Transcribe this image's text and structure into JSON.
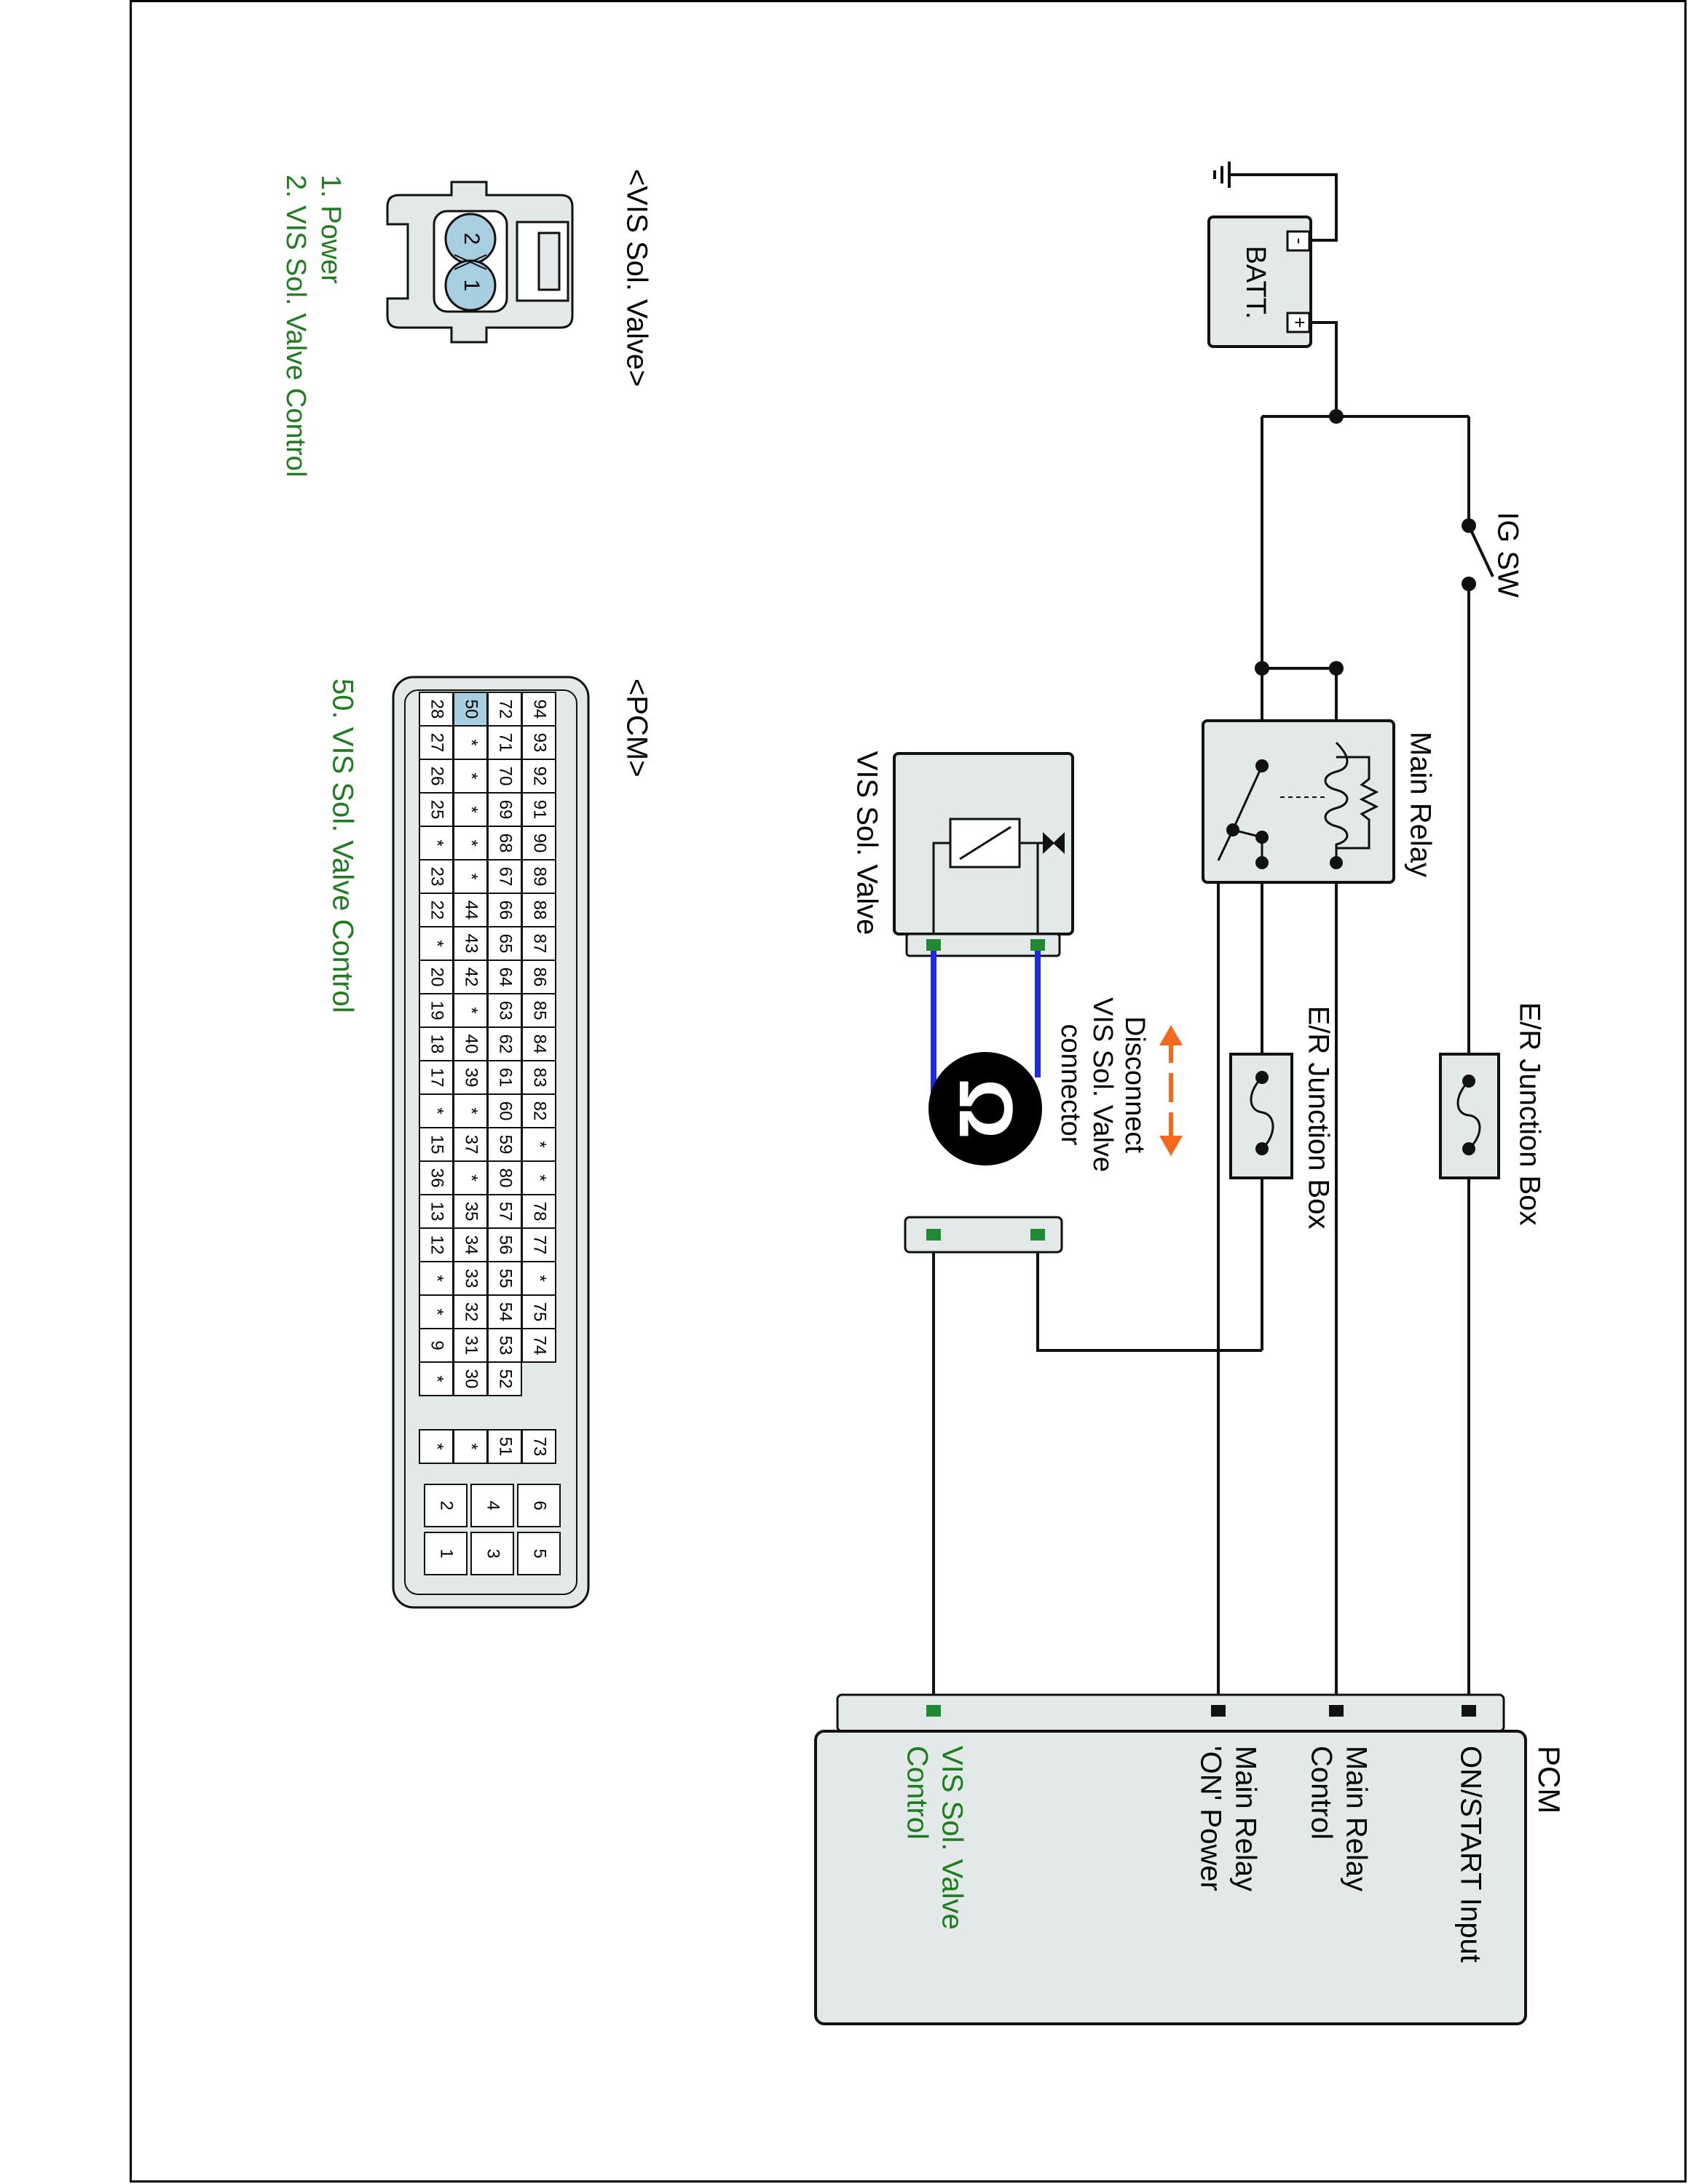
{
  "colors": {
    "wire": "#111111",
    "green_text": "#1b7d1b",
    "terminal_green": "#1f8a32",
    "jumper_blue": "#1f29e6",
    "arrow_orange": "#f26a1b",
    "box_fill": "#e3e8e8",
    "pin_highlight": "#a8cfe0"
  },
  "icons": {
    "ground": "ground-symbol-icon",
    "battery": "battery-icon",
    "switch": "switch-icon",
    "fuse": "fuse-icon",
    "relay": "relay-coil-icon",
    "solenoid": "solenoid-valve-icon",
    "disconnect": "disconnect-connector-icon",
    "arrow": "double-arrow-icon"
  },
  "schematic": {
    "battery": {
      "label": "BATT.",
      "minus": "-",
      "plus": "+"
    },
    "ig_switch": {
      "label": "IG SW"
    },
    "fuse_top": {
      "label": "E/R Junction Box"
    },
    "fuse_bottom": {
      "label": "E/R Junction Box"
    },
    "main_relay": {
      "label": "Main Relay"
    },
    "vis_valve": {
      "label": "VIS Sol. Valve"
    },
    "disconnect": {
      "line1": "Disconnect",
      "line2": "VIS Sol. Valve",
      "line3": "connector",
      "badge": "Ω"
    },
    "pcm": {
      "title": "PCM",
      "pins": [
        {
          "line1": "ON/START Input",
          "line2": ""
        },
        {
          "line1": "Main Relay",
          "line2": "Control"
        },
        {
          "line1": "Main Relay",
          "line2": "'ON' Power"
        },
        {
          "line1": "VIS Sol. Valve",
          "line2": "Control"
        }
      ]
    }
  },
  "connectors": {
    "vis": {
      "title": "<VIS Sol. Valve>",
      "pin_numbers": [
        "2",
        "1"
      ],
      "legend": [
        "1. Power",
        "2. VIS Sol. Valve Control"
      ]
    },
    "pcm": {
      "title": "<PCM>",
      "legend": "50. VIS Sol. Valve Control",
      "rows": [
        [
          "94",
          "93",
          "92",
          "91",
          "90",
          "89",
          "88",
          "87",
          "86",
          "85",
          "84",
          "83",
          "82",
          "*",
          "*",
          "78",
          "77",
          "*",
          "75",
          "74"
        ],
        [
          "72",
          "71",
          "70",
          "69",
          "68",
          "67",
          "66",
          "65",
          "64",
          "63",
          "62",
          "61",
          "60",
          "59",
          "80",
          "57",
          "56",
          "55",
          "54",
          "53",
          "52"
        ],
        [
          "50",
          "*",
          "*",
          "*",
          "*",
          "*",
          "44",
          "43",
          "42",
          "*",
          "40",
          "39",
          "*",
          "37",
          "*",
          "35",
          "34",
          "33",
          "32",
          "31",
          "30"
        ],
        [
          "28",
          "27",
          "26",
          "25",
          "*",
          "23",
          "22",
          "*",
          "20",
          "19",
          "18",
          "17",
          "*",
          "15",
          "36",
          "13",
          "12",
          "*",
          "*",
          "9",
          "*"
        ]
      ],
      "extra_col": [
        "73",
        "51",
        "*",
        "*"
      ],
      "small_block": [
        [
          "6",
          "5"
        ],
        [
          "4",
          "3"
        ],
        [
          "2",
          "1"
        ]
      ]
    }
  }
}
